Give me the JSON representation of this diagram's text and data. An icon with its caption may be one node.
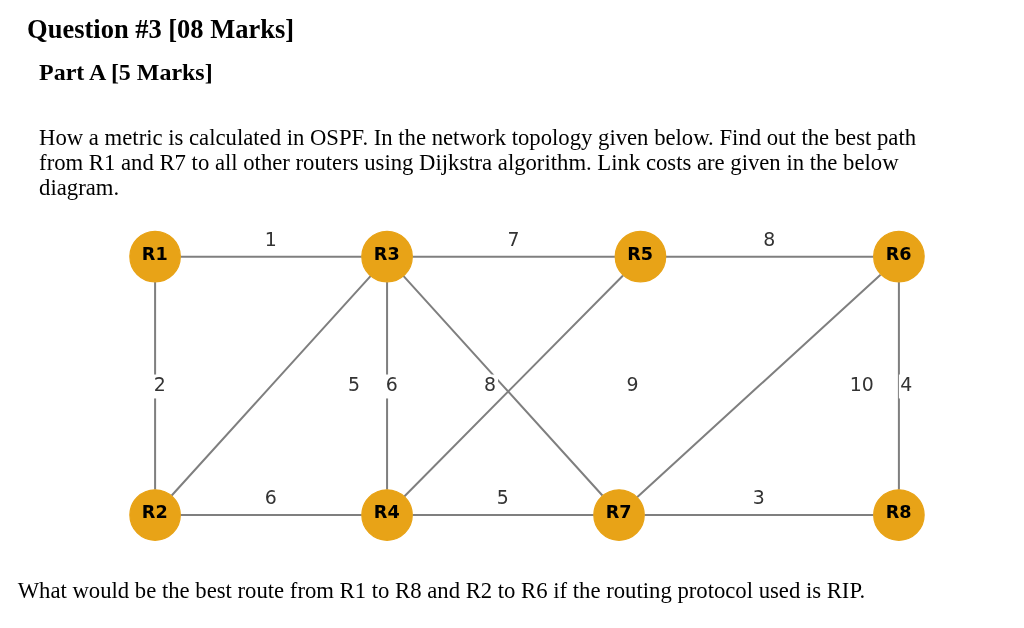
{
  "diagram": {
    "title": "Question #3 [08 Marks]",
    "nodes": [
      {
        "text": [
          "R1"
        ]
      },
      {
        "text": [
          "R3"
        ]
      },
      {
        "text": [
          "R5"
        ]
      },
      {
        "text": [
          "R6"
        ]
      },
      {
        "text": [
          "R2"
        ]
      },
      {
        "text": [
          "R4"
        ]
      },
      {
        "text": [
          "R7"
        ]
      },
      {
        "text": [
          "R8"
        ]
      }
    ],
    "edges": [
      {
        "from": 0,
        "to": 1,
        "arrow": "none",
        "label": "1"
      },
      {
        "from": 1,
        "to": 2,
        "arrow": "none",
        "label": "7"
      },
      {
        "from": 2,
        "to": 3,
        "arrow": "none",
        "label": "8"
      },
      {
        "from": 0,
        "to": 4,
        "arrow": "none",
        "label": "2"
      },
      {
        "from": 1,
        "to": 4,
        "arrow": "none",
        "label": "5"
      },
      {
        "from": 1,
        "to": 5,
        "arrow": "none",
        "label": "6"
      },
      {
        "from": 1,
        "to": 6,
        "arrow": "none",
        "label": "8"
      },
      {
        "from": 2,
        "to": 5,
        "arrow": "none",
        "label": "9"
      },
      {
        "from": 3,
        "to": 6,
        "arrow": "none",
        "label": "10"
      },
      {
        "from": 3,
        "to": 7,
        "arrow": "none",
        "label": "4"
      },
      {
        "from": 4,
        "to": 5,
        "arrow": "none",
        "label": "6"
      },
      {
        "from": 5,
        "to": 6,
        "arrow": "none",
        "label": "5"
      },
      {
        "from": 6,
        "to": 7,
        "arrow": "none",
        "label": "3"
      }
    ],
    "labels": [
      "Part A [5 Marks]",
      "How a metric is calculated in OSPF. In the network topology given below. Find out the best path from R1 and R7 to all other routers using Dijkstra algorithm. Link costs are given in the below diagram.",
      "What would be the best route from R1 to R8 and R2 to R6 if the routing protocol used is RIP."
    ]
  }
}
